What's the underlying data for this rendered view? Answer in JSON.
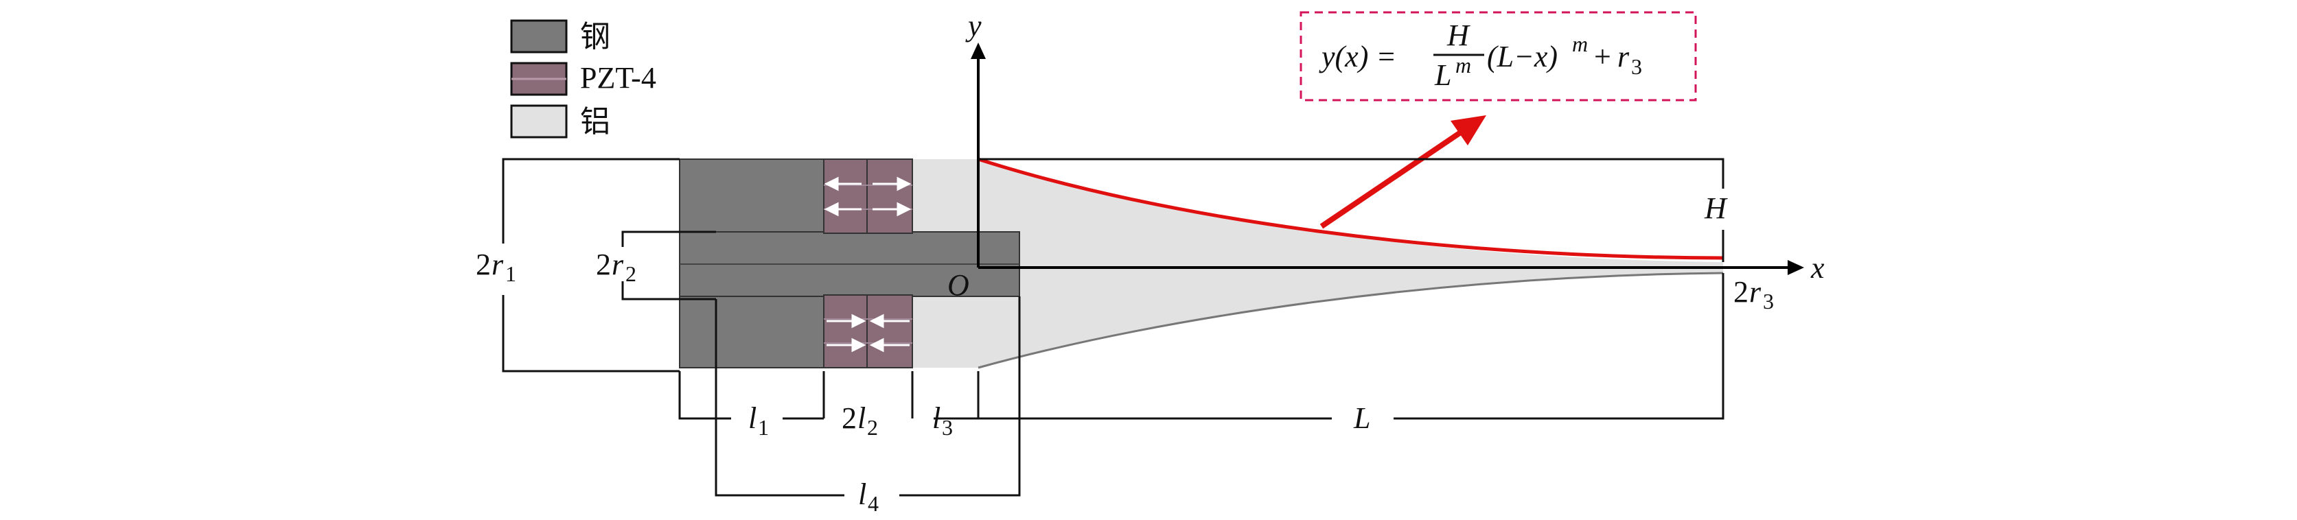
{
  "legend": {
    "steel": {
      "label": "钢",
      "color": "#7a7a7a"
    },
    "pzt": {
      "label": "PZT-4",
      "color": "#8a6c78"
    },
    "aluminum": {
      "label": "铝",
      "color": "#e2e2e2"
    }
  },
  "axes": {
    "x_label": "x",
    "y_label": "y",
    "origin_label": "O"
  },
  "formula": {
    "lhs": "y(x) =",
    "num": "H",
    "den_base": "L",
    "den_exp": "m",
    "paren": "(L−x)",
    "exp": "m",
    "plus": "+",
    "r_base": "r",
    "r_sub": "3",
    "border_color": "#d4145a"
  },
  "dimensions": {
    "r1": {
      "prefix": "2",
      "base": "r",
      "sub": "1"
    },
    "r2": {
      "prefix": "2",
      "base": "r",
      "sub": "2"
    },
    "r3": {
      "prefix": "2",
      "base": "r",
      "sub": "3"
    },
    "H": "H",
    "L": "L",
    "l1": {
      "base": "l",
      "sub": "1"
    },
    "l2": {
      "prefix": "2",
      "base": "l",
      "sub": "2"
    },
    "l3": {
      "base": "l",
      "sub": "3"
    },
    "l4": {
      "base": "l",
      "sub": "4"
    }
  },
  "colors": {
    "curve": "#e01010",
    "arrow": "#e01010",
    "axis": "#000000"
  }
}
